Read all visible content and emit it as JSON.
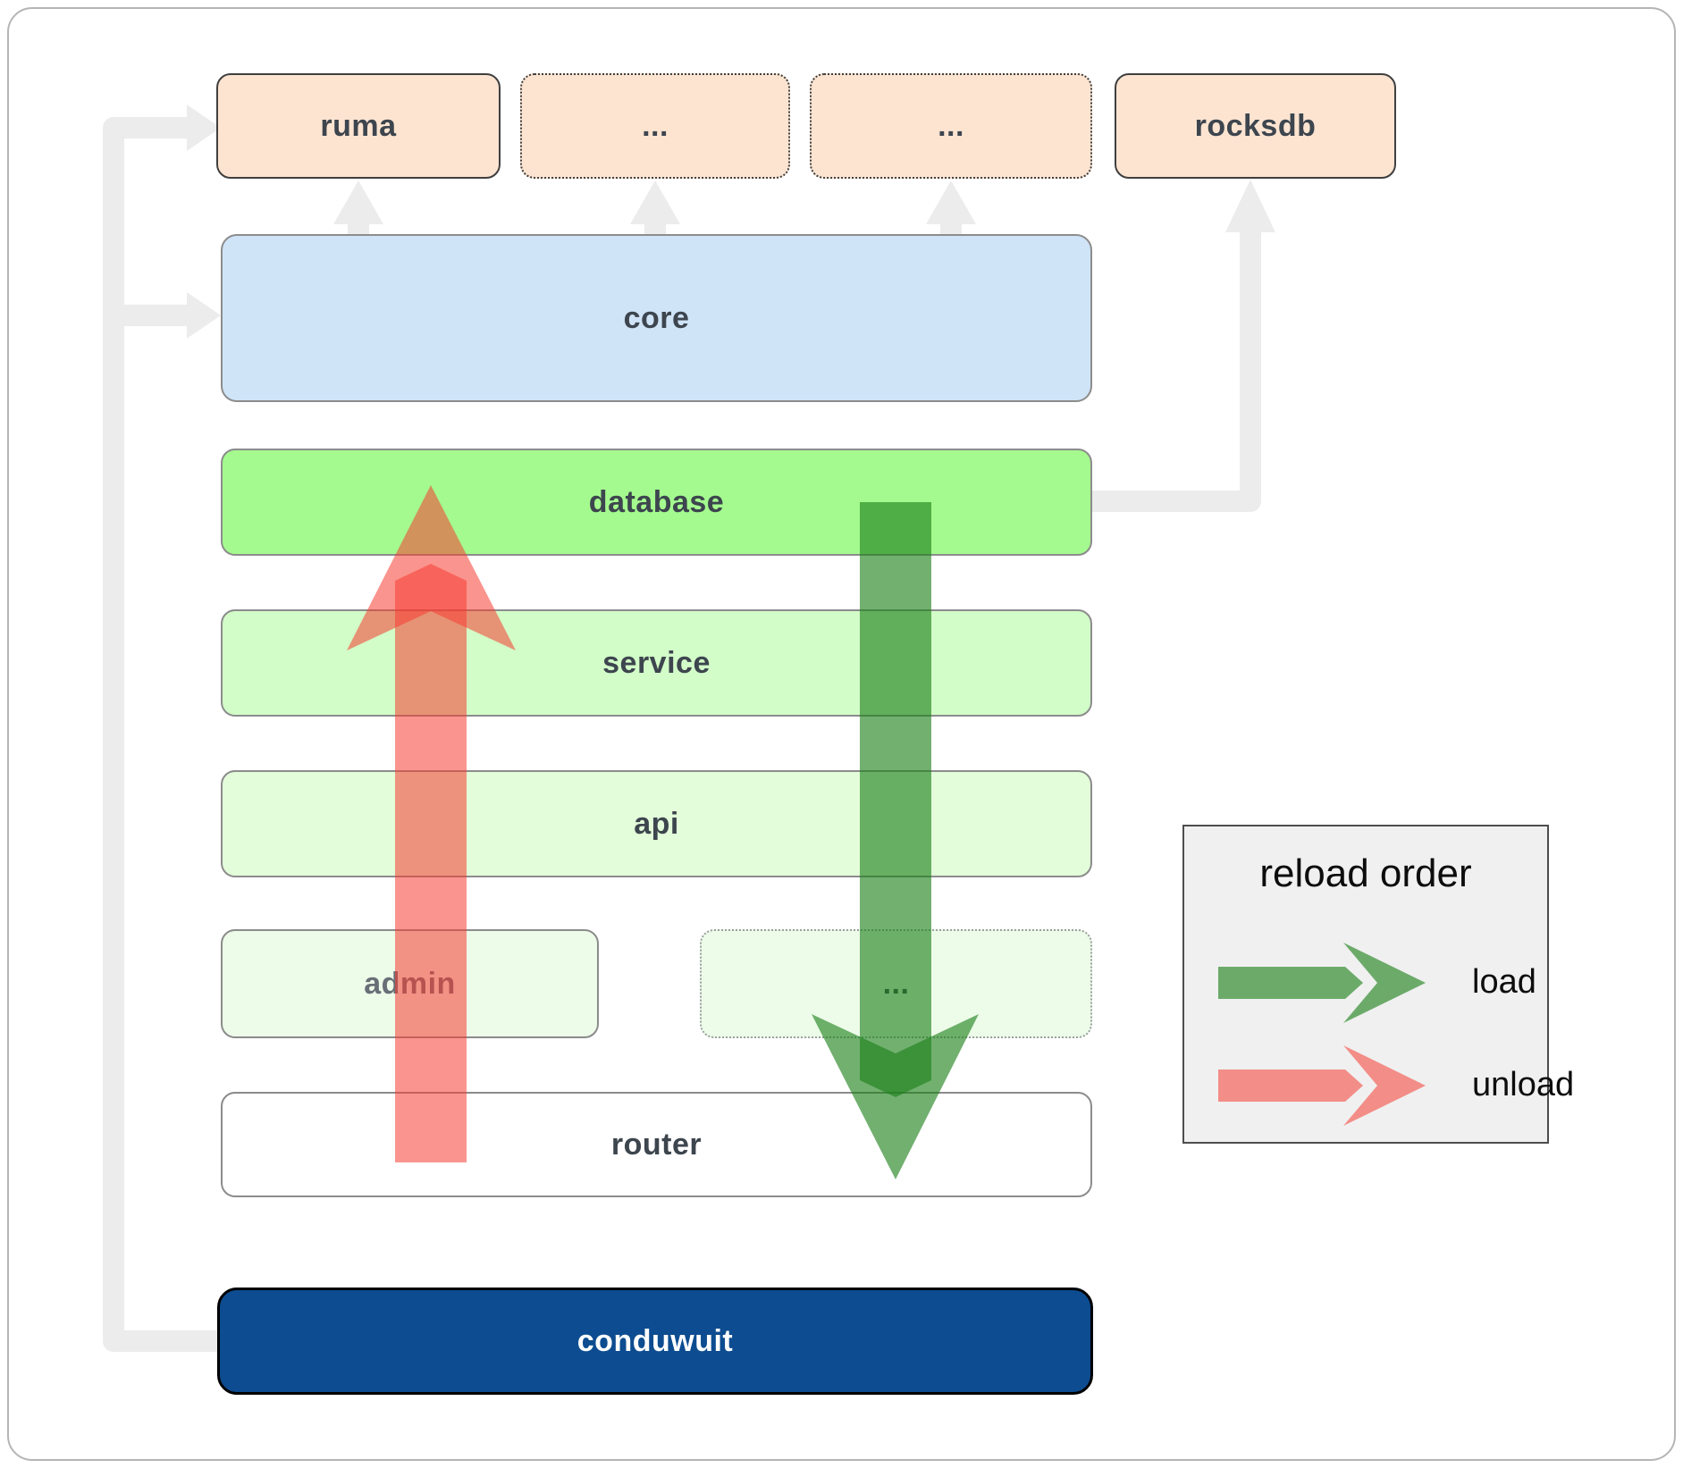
{
  "diagram": {
    "top_row": {
      "ruma": "ruma",
      "ellipsis_1": "...",
      "ellipsis_2": "...",
      "rocksdb": "rocksdb"
    },
    "layers": {
      "core": "core",
      "database": "database",
      "service": "service",
      "api": "api",
      "admin": "admin",
      "ellipsis_3": "...",
      "router": "router",
      "conduwuit": "conduwuit"
    }
  },
  "legend": {
    "title": "reload order",
    "load_label": "load",
    "unload_label": "unload"
  },
  "colors": {
    "crate_peach_fill": "#fce4d1",
    "core_fill": "#d0e4f8",
    "database_fill": "#a4fa8e",
    "service_fill": "#d2fcc8",
    "api_fill": "#e3fdda",
    "admin_fill": "#edfbe9",
    "conduwuit_fill": "#0d4c90",
    "load_arrow_green": "#1c7f18",
    "unload_arrow_red": "#f63c32",
    "connector_gray": "#ececec",
    "legend_bg": "#f0f0f0"
  }
}
